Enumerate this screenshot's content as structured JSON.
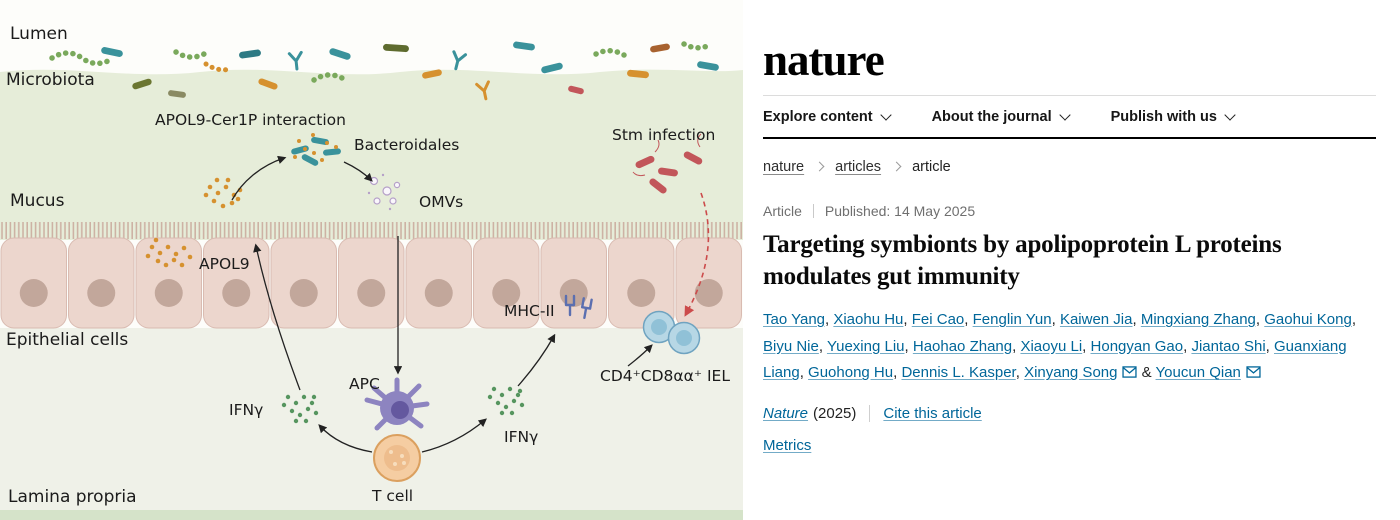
{
  "link_color": "#006699",
  "figure": {
    "labels": {
      "lumen": "Lumen",
      "microbiota": "Microbiota",
      "mucus": "Mucus",
      "epithelial_cells": "Epithelial cells",
      "lamina_propria": "Lamina propria",
      "apol9_cer1p": "APOL9-Cer1P interaction",
      "bacteroidales": "Bacteroidales",
      "omvs": "OMVs",
      "apol9": "APOL9",
      "stm_infection": "Stm infection",
      "mhc2": "MHC-II",
      "iel": "CD4⁺CD8αα⁺ IEL",
      "ifng_left": "IFNγ",
      "ifng_right": "IFNγ",
      "apc": "APC",
      "t_cell": "T cell"
    }
  },
  "header": {
    "logo": "nature",
    "nav": [
      {
        "label": "Explore content"
      },
      {
        "label": "About the journal"
      },
      {
        "label": "Publish with us"
      }
    ]
  },
  "icons": {
    "nav_item_suffix": "chevron-down",
    "breadcrumb_separator": "chevron-right",
    "corresponding_author": "envelope"
  },
  "breadcrumb": [
    "nature",
    "articles",
    "article"
  ],
  "article": {
    "type_label": "Article",
    "published": "Published: 14 May 2025",
    "title": "Targeting symbionts by apolipoprotein L proteins modulates gut immunity",
    "authors": [
      {
        "name": "Tao Yang"
      },
      {
        "name": "Xiaohu Hu"
      },
      {
        "name": "Fei Cao"
      },
      {
        "name": "Fenglin Yun"
      },
      {
        "name": "Kaiwen Jia"
      },
      {
        "name": "Mingxiang Zhang"
      },
      {
        "name": "Gaohui Kong"
      },
      {
        "name": "Biyu Nie"
      },
      {
        "name": "Yuexing Liu"
      },
      {
        "name": "Haohao Zhang"
      },
      {
        "name": "Xiaoyu Li"
      },
      {
        "name": "Hongyan Gao"
      },
      {
        "name": "Jiantao Shi"
      },
      {
        "name": "Guanxiang Liang"
      },
      {
        "name": "Guohong Hu"
      },
      {
        "name": "Dennis L. Kasper"
      },
      {
        "name": "Xinyang Song",
        "corresponding": true
      },
      {
        "name": "Youcun Qian",
        "corresponding": true
      }
    ],
    "journal": "Nature",
    "year": "(2025)",
    "cite_label": "Cite this article",
    "metrics_label": "Metrics"
  }
}
